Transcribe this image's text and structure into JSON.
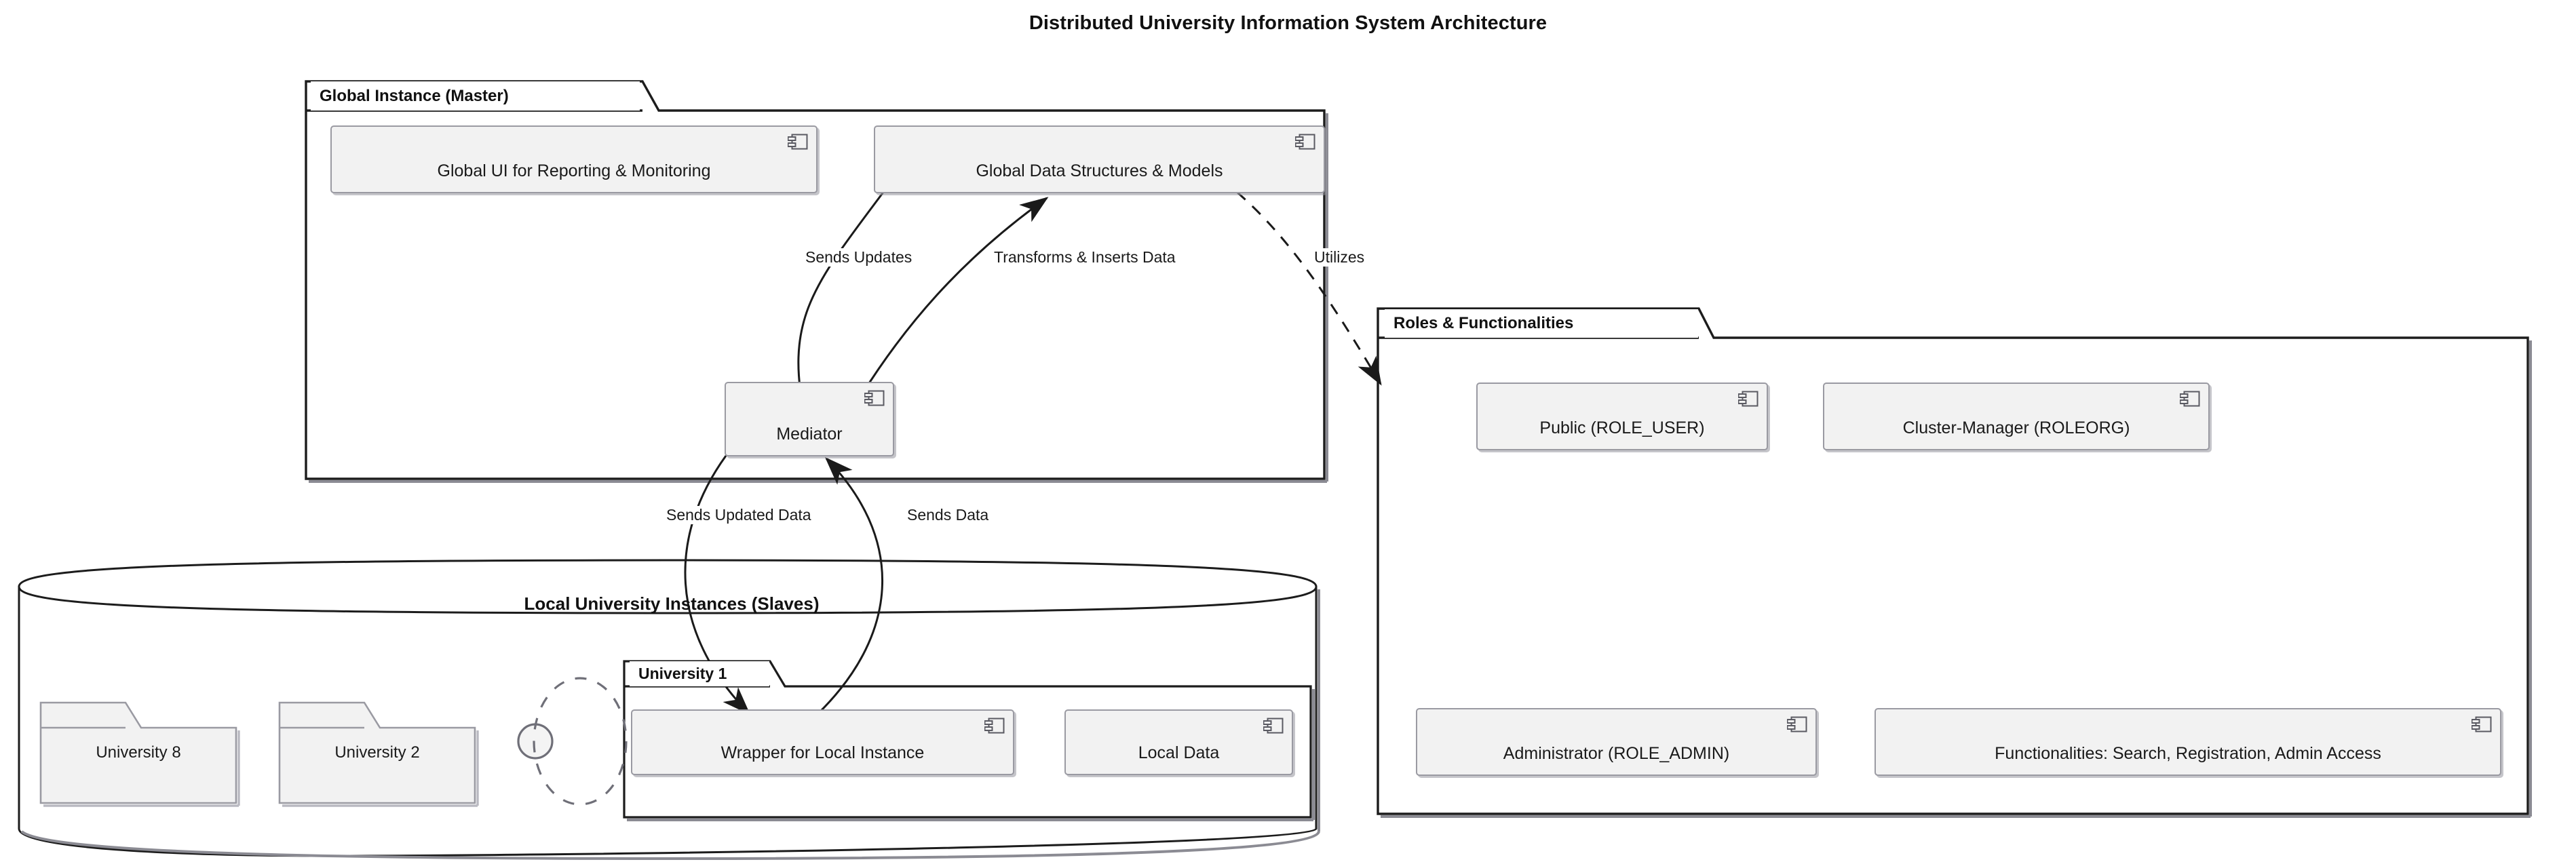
{
  "diagram": {
    "title": "Distributed University Information System Architecture",
    "type": "uml-component-diagram"
  },
  "packages": {
    "global_instance": {
      "label": "Global Instance (Master)"
    },
    "roles": {
      "label": "Roles & Functionalities"
    },
    "university_1": {
      "label": "University 1"
    }
  },
  "database": {
    "label": "Local University Instances (Slaves)"
  },
  "components": {
    "global_ui": {
      "label": "Global UI for Reporting & Monitoring",
      "icon": "component-icon"
    },
    "global_data": {
      "label": "Global Data Structures & Models",
      "icon": "component-icon"
    },
    "mediator": {
      "label": "Mediator",
      "icon": "component-icon"
    },
    "wrapper": {
      "label": "Wrapper for Local Instance",
      "icon": "component-icon"
    },
    "local_data": {
      "label": "Local Data",
      "icon": "component-icon"
    },
    "role_public": {
      "label": "Public (ROLE_USER)",
      "icon": "component-icon"
    },
    "role_cluster_manager": {
      "label": "Cluster-Manager (ROLEORG)",
      "icon": "component-icon"
    },
    "role_administrator": {
      "label": "Administrator (ROLE_ADMIN)",
      "icon": "component-icon"
    },
    "functionalities": {
      "label": "Functionalities: Search, Registration, Admin Access",
      "icon": "component-icon"
    }
  },
  "folders": {
    "university_8": {
      "label": "University 8",
      "icon": "folder-icon"
    },
    "university_2": {
      "label": "University 2",
      "icon": "folder-icon"
    }
  },
  "edges": [
    {
      "id": "sends-updates",
      "label": "Sends Updates",
      "from": "global_data",
      "to": "mediator",
      "style": "solid-curved"
    },
    {
      "id": "transforms-inserts",
      "label": "Transforms & Inserts Data",
      "from": "mediator",
      "to": "global_data",
      "style": "solid-curved"
    },
    {
      "id": "utilizes",
      "label": "Utilizes",
      "from": "global_data",
      "to": "roles",
      "style": "dashed"
    },
    {
      "id": "sends-updated-data",
      "label": "Sends Updated Data",
      "from": "mediator",
      "to": "wrapper",
      "style": "solid-curved"
    },
    {
      "id": "sends-data",
      "label": "Sends Data",
      "from": "wrapper",
      "to": "mediator",
      "style": "solid-curved"
    }
  ],
  "interface": {
    "lollipop": "provided-interface-icon",
    "loop": "dashed-ellipse-icon"
  },
  "colors": {
    "component_fill": "#f2f2f2",
    "component_border": "#9a9aa2",
    "package_border": "#1c1c1c",
    "background": "#ffffff",
    "text": "#1a1a1a"
  }
}
